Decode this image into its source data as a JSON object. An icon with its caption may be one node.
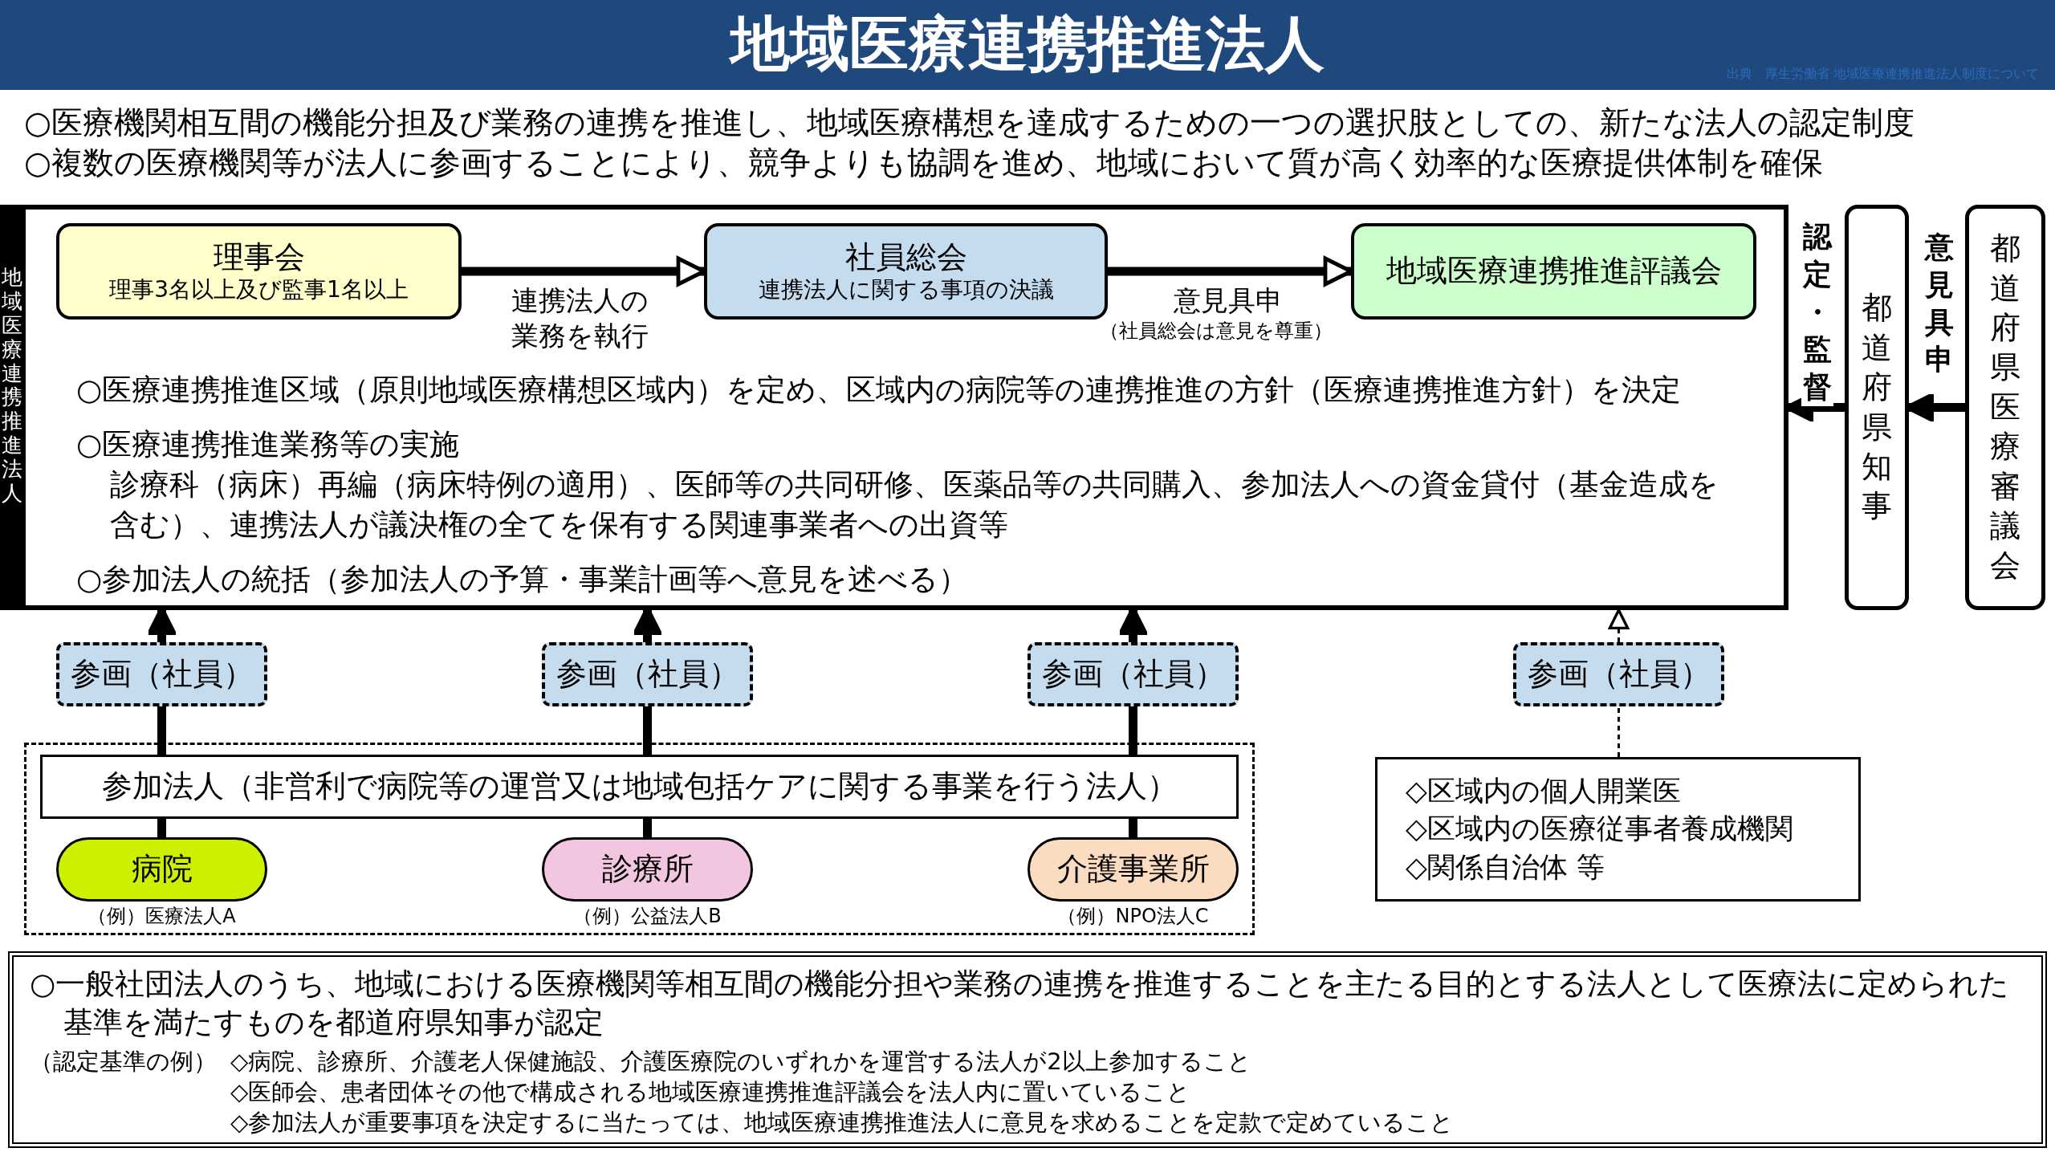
{
  "diagram": {
    "title": "地域医療連携推進法人",
    "nodes": [
      {
        "text": [
          "地域医療連携推進法人",
          "○医療連携推進区域（原則地域医療構想区域内）を定め、区域内の病院等の連携推進の方針（医療連携推進方針）を決定",
          "○医療連携推進業務等の実施",
          "診療科（病床）再編（病床特例の適用）、医師等の共同研修、医薬品等の共同購入、参加法人への資金貸付（基金造成を含む）、連携法人が議決権の全てを保有する関連事業者への出資等",
          "○参加法人の統括（参加法人の予算・事業計画等へ意見を述べる）"
        ]
      },
      {
        "text": [
          "理事会",
          "理事3名以上及び監事1名以上"
        ],
        "in": 0
      },
      {
        "text": [
          "社員総会",
          "連携法人に関する事項の決議"
        ],
        "in": 0
      },
      {
        "text": [
          "地域医療連携推進評議会"
        ],
        "in": 0
      },
      {
        "text": [
          "都道府県知事"
        ]
      },
      {
        "text": [
          "都道府県医療審議会"
        ]
      },
      {
        "text": [
          "参画（社員）"
        ]
      },
      {
        "text": [
          "参画（社員）"
        ]
      },
      {
        "text": [
          "参画（社員）"
        ]
      },
      {
        "text": [
          "参画（社員）"
        ]
      },
      {
        "text": [],
        "shape": "box"
      },
      {
        "text": [
          "参加法人（非営利で病院等の運営又は地域包括ケアに関する事業を行う法人）"
        ],
        "in": 10
      },
      {
        "text": [
          "病院"
        ],
        "beside": [
          "（例）医療法人A"
        ],
        "in": 10
      },
      {
        "text": [
          "診療所"
        ],
        "beside": [
          "（例）公益法人B"
        ],
        "in": 10
      },
      {
        "text": [
          "介護事業所"
        ],
        "beside": [
          "（例）NPO法人C"
        ],
        "in": 10
      },
      {
        "text": [
          "◇区域内の個人開業医",
          "◇区域内の医療従事者養成機関",
          "◇関係自治体 等"
        ]
      },
      {
        "text": [
          "○一般社団法人のうち、地域における医療機関等相互間の機能分担や業務の連携を推進することを主たる目的とする法人として医療法に定められた基準を満たすものを都道府県知事が認定",
          "（認定基準の例）",
          "◇病院、診療所、介護老人保健施設、介護医療院のいずれかを運営する法人が2以上参加すること",
          "◇医師会、患者団体その他で構成される地域医療連携推進評議会を法人内に置いていること",
          "◇参加法人が重要事項を決定するに当たっては、地域医療連携推進法人に意見を求めることを定款で定めていること"
        ]
      }
    ],
    "edges": [
      {
        "from": 1,
        "to": 2,
        "arrow": "to",
        "label": "連携法人の業務を執行"
      },
      {
        "from": 2,
        "to": 3,
        "arrow": "to",
        "label": "意見具申"
      },
      {
        "from": 4,
        "to": 0,
        "arrow": "to",
        "label": "認定・監督"
      },
      {
        "from": 5,
        "to": 4,
        "arrow": "to",
        "label": "意見具申"
      },
      {
        "from": 6,
        "to": 0,
        "arrow": "to"
      },
      {
        "from": 7,
        "to": 0,
        "arrow": "to"
      },
      {
        "from": 8,
        "to": 0,
        "arrow": "to"
      },
      {
        "from": 9,
        "to": 0,
        "arrow": "to",
        "style": "dashed"
      },
      {
        "from": 11,
        "to": 6,
        "arrow": "none"
      },
      {
        "from": 11,
        "to": 7,
        "arrow": "none"
      },
      {
        "from": 11,
        "to": 8,
        "arrow": "none"
      },
      {
        "from": 12,
        "to": 11,
        "arrow": "none"
      },
      {
        "from": 13,
        "to": 11,
        "arrow": "none"
      },
      {
        "from": 14,
        "to": 11,
        "arrow": "none"
      },
      {
        "from": 15,
        "to": 9,
        "arrow": "none",
        "style": "dashed"
      }
    ],
    "labels": [
      "○医療機関相互間の機能分担及び業務の連携を推進し、地域医療構想を達成するための一つの選択肢としての、新たな法人の認定制度",
      "○複数の医療機関等が法人に参画することにより、競争よりも協調を進め、地域において質が高く効率的な医療提供体制を確保",
      "（社員総会は意見を尊重）",
      "出典　厚生労働省 地域医療連携推進法人制度について"
    ]
  }
}
